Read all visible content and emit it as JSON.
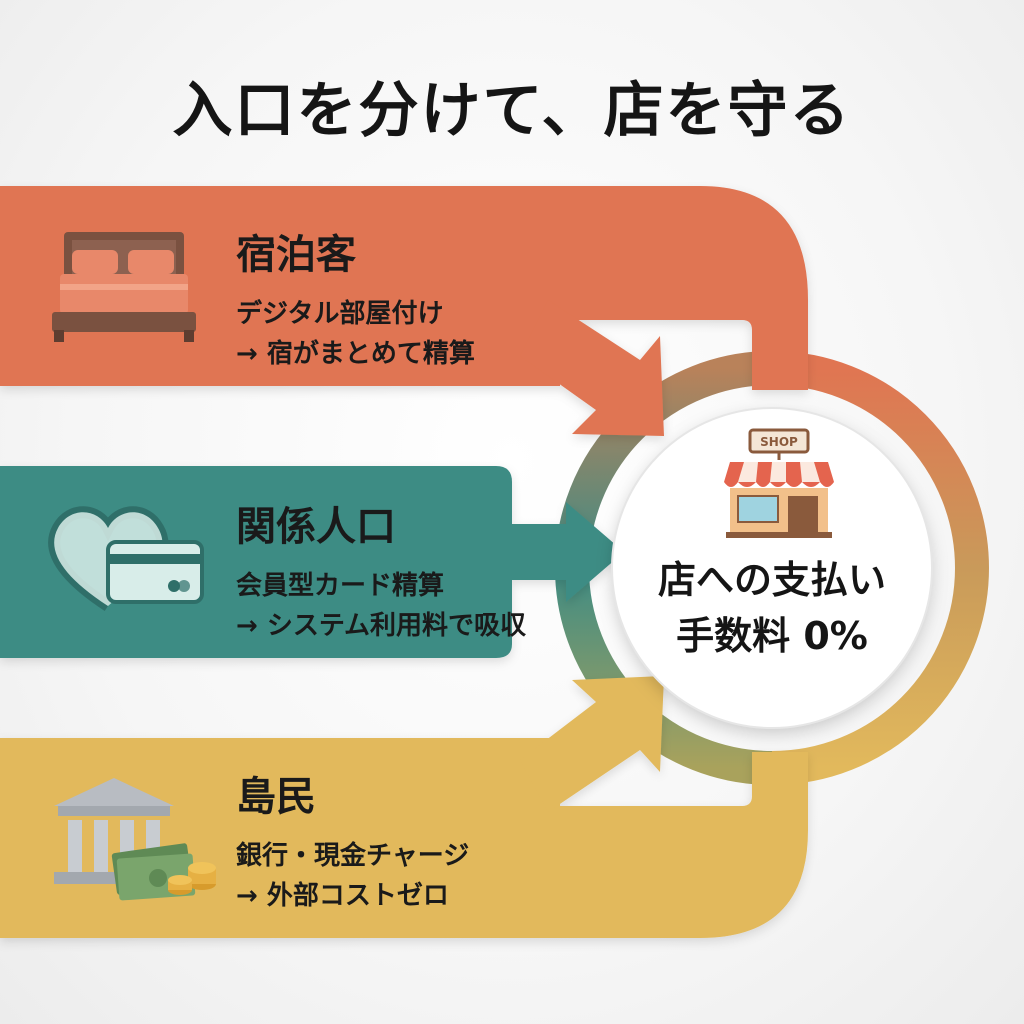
{
  "title": "入口を分けて、店を守る",
  "colors": {
    "guest": "#E07552",
    "community": "#3E8C84",
    "islander": "#E2B95C",
    "text": "#1a1a1a"
  },
  "bands": [
    {
      "id": "guest",
      "heading": "宿泊客",
      "line1": "デジタル部屋付け",
      "line2": "→ 宿がまとめて精算",
      "icon": "bed-icon"
    },
    {
      "id": "community",
      "heading": "関係人口",
      "line1": "会員型カード精算",
      "line2": "→ システム利用料で吸収",
      "icon": "heart-card-icon"
    },
    {
      "id": "islander",
      "heading": "島民",
      "line1": "銀行・現金チャージ",
      "line2": "→ 外部コストゼロ",
      "icon": "bank-cash-icon"
    }
  ],
  "shop": {
    "sign": "SHOP",
    "line1": "店への支払い",
    "line2": "手数料 0%",
    "icon": "shop-icon"
  }
}
